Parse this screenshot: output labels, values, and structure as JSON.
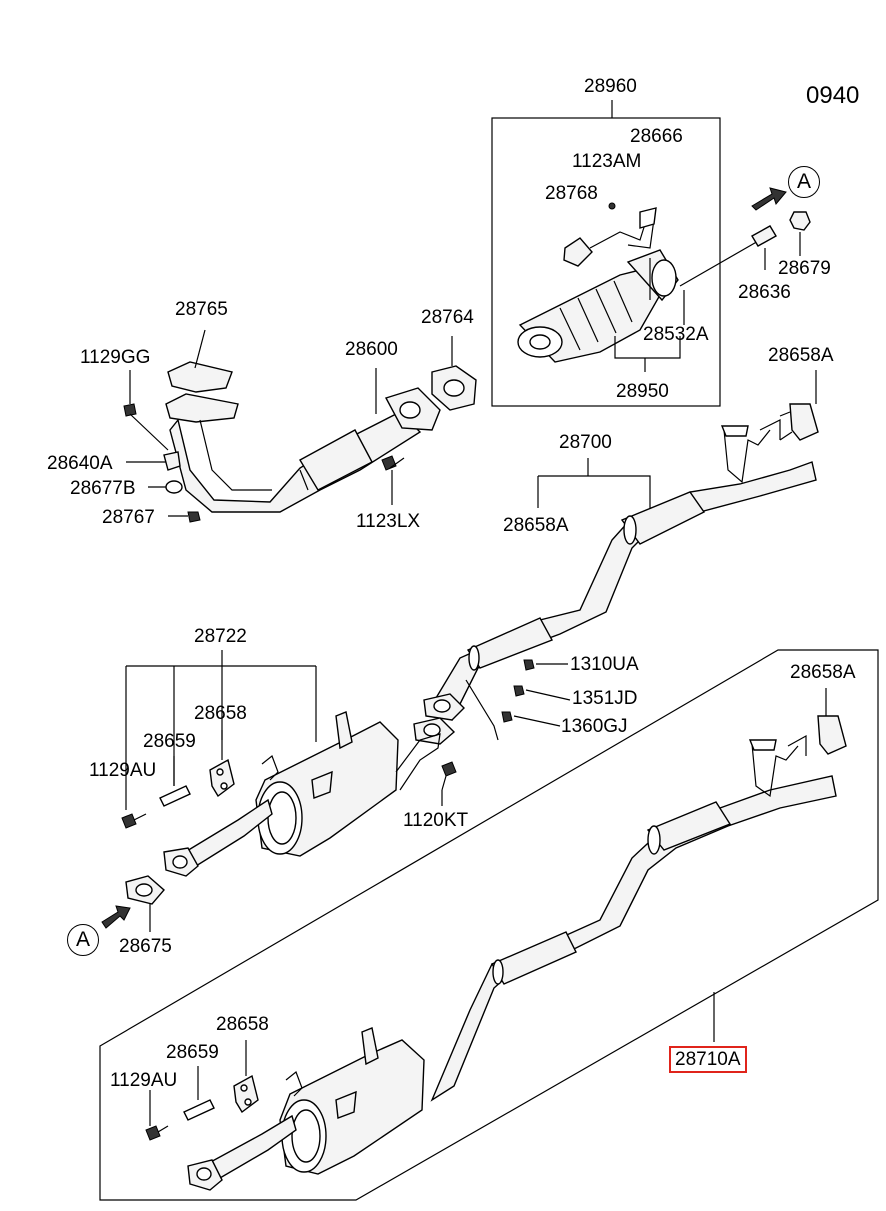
{
  "diagram_code": "0940",
  "labels": {
    "p28960": "28960",
    "p28666": "28666",
    "p1123AM": "1123AM",
    "p28768": "28768",
    "p28679": "28679",
    "p28636": "28636",
    "p28532A": "28532A",
    "p28950": "28950",
    "p28765": "28765",
    "p28764": "28764",
    "p1129GG": "1129GG",
    "p28600": "28600",
    "p28640A": "28640A",
    "p28677B": "28677B",
    "p28767": "28767",
    "p1123LX": "1123LX",
    "p28658A_top": "28658A",
    "p28700": "28700",
    "p28658A_mid": "28658A",
    "p28722": "28722",
    "p28658_a": "28658",
    "p28659_a": "28659",
    "p1129AU_a": "1129AU",
    "p1310UA": "1310UA",
    "p1351JD": "1351JD",
    "p1360GJ": "1360GJ",
    "p1120KT": "1120KT",
    "p28675": "28675",
    "p28658A_low": "28658A",
    "p28658_b": "28658",
    "p28659_b": "28659",
    "p1129AU_b": "1129AU",
    "p28710A": "28710A"
  },
  "ref_markers": {
    "top": "A",
    "bottom": "A"
  },
  "colors": {
    "highlight": "#e0241b",
    "line": "#000000"
  }
}
